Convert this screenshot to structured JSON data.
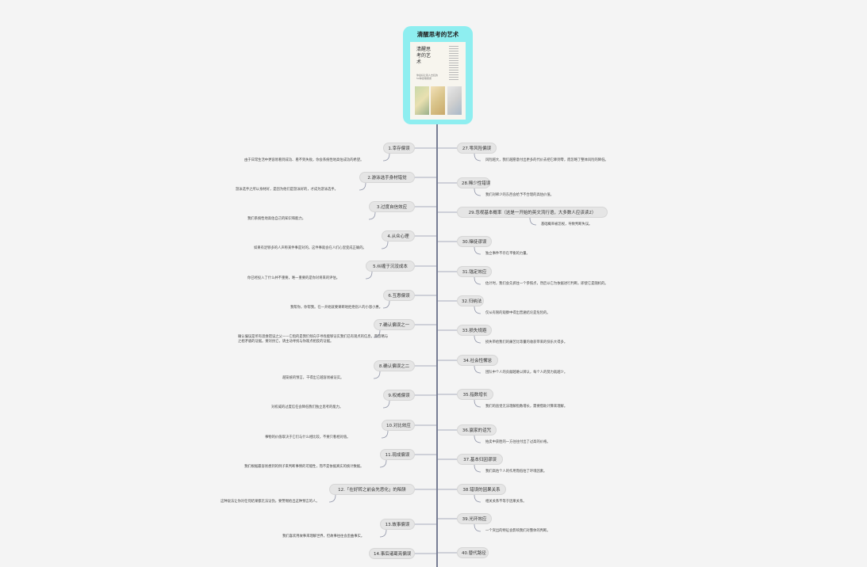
{
  "root": {
    "title": "清醒思考的艺术",
    "cover_title": "清醒思考的艺术",
    "cover_subtitle": "你最好让别人去犯的52种思维错误"
  },
  "colors": {
    "root_fill": "#8eeef0",
    "spine": "#777d94",
    "node_fill": "#e5e5e5",
    "line": "#8f94a8"
  },
  "left": [
    {
      "label": "1.幸存偏误",
      "desc": "由于日常生活中更容易看到成功、看不到失败，你会系统性地高估成功的希望。"
    },
    {
      "label": "2.游泳选手身材错觉",
      "desc": "游泳选手之所以身材好，是因为他们是游泳好的，才成为游泳选手。"
    },
    {
      "label": "3.过度自信效应",
      "desc": "我们系统性地高估自己的知识和能力。"
    },
    {
      "label": "4.从众心理",
      "desc": "如果有足够多的人声称某件事是对的，这件事就会在人们心里变成正确的。"
    },
    {
      "label": "5.纠缠于沉没成本",
      "desc": "你已经投入了什么并不重要，唯一重要的是你对将来的评估。"
    },
    {
      "label": "6.互惠偏误",
      "desc": "我帮你，你帮我。在一开始就要果断地拒绝别人的小恩小惠。"
    },
    {
      "label": "7.确认偏误之一",
      "desc": "确认偏误是所有思维错误之父——它指的是我们倾向于寻找能够证实我们已有观点的信息，而忽略与之相矛盾的证据。要对抗它，请主动寻找与你观点相反的证据。"
    },
    {
      "label": "8.确认偏误之二",
      "desc": "越笼统的预言，干得出它越容易被证实。"
    },
    {
      "label": "9.权威偏误",
      "desc": "对权威的过度信任会降低我们独立思考的能力。"
    },
    {
      "label": "10.对比效应",
      "desc": "事物的价值取决于它们与什么相比较，不要只看相对值。"
    },
    {
      "label": "11.现成偏误",
      "desc": "我们根据最容易想到的例子来判断事情的可能性，而不是依据真实的统计数据。"
    },
    {
      "label": "12.「在好转之前会先恶化」的陷阱",
      "desc": "这种说法让你对任何结果都无法证伪，要警惕给出这种预言的人。"
    },
    {
      "label": "13.故事偏误",
      "desc": "我们喜欢用故事来理解世界，但故事往往会歪曲事实。"
    },
    {
      "label": "14.事后诸葛亮偏误",
      "desc": ""
    }
  ],
  "right": [
    {
      "label": "27.零风险偏误",
      "desc": "风险越大，我们越愿意付出更多的代价去把它降到零，而忽略了整体风险的降低。"
    },
    {
      "label": "28.稀少性错误",
      "desc": "我们对稀少的东西会给予不合理的高估价值。"
    },
    {
      "label": "29.忽视基本概率（这是一开始的英文流行语，大多数人应该读2）",
      "desc": "基础概率被忽视，导致判断失误。"
    },
    {
      "label": "30.赌徒谬误",
      "desc": "独立事件不存在平衡的力量。"
    },
    {
      "label": "31.锚定效应",
      "desc": "估计时，我们会先抓住一个参照点，然后以它为依据进行判断，即使它是随机的。"
    },
    {
      "label": "32.归纳法",
      "desc": "仅从有限的观察中得出普遍结论是危险的。"
    },
    {
      "label": "33.损失规避",
      "desc": "损失带给我们的痛苦比等量的收获带来的快乐大得多。"
    },
    {
      "label": "34.社会性懈怠",
      "desc": "团队中个人的贡献越难以辨认，每个人的努力就越少。"
    },
    {
      "label": "35.指数增长",
      "desc": "我们的直觉无法理解指数增长，需要借助计算来理解。"
    },
    {
      "label": "36.赢家的诅咒",
      "desc": "拍卖中获胜的一方往往付出了过高的价格。"
    },
    {
      "label": "37.基本归因谬误",
      "desc": "我们高估个人的作用而低估了环境因素。"
    },
    {
      "label": "38.错误的因果关系",
      "desc": "相关关系不等于因果关系。"
    },
    {
      "label": "39.光环效应",
      "desc": "一个突出的特征会影响我们对整体的判断。"
    },
    {
      "label": "40.替代路径",
      "desc": ""
    }
  ]
}
